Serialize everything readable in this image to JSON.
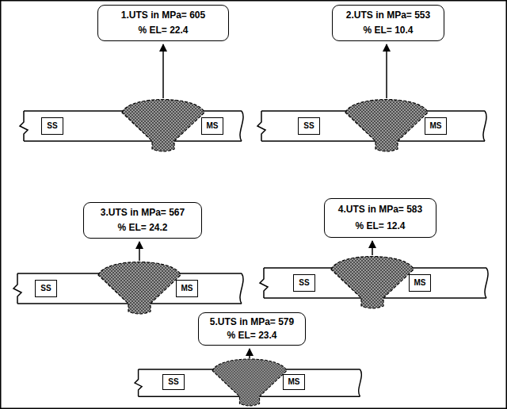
{
  "diagram": {
    "nodes": [
      {
        "text": [
          "1.UTS in MPa= 605",
          "% EL= 22.4"
        ]
      },
      {
        "text": [
          "2.UTS in MPa= 553",
          "% EL= 10.4"
        ]
      },
      {
        "text": [
          "SS"
        ]
      },
      {
        "text": [
          "MS"
        ]
      },
      {
        "text": [
          "SS"
        ]
      },
      {
        "text": [
          "MS"
        ]
      },
      {
        "text": [
          "3.UTS in MPa= 567",
          "% EL= 24.2"
        ]
      },
      {
        "text": [
          "4.UTS in MPa= 583",
          "% EL= 12.4"
        ]
      },
      {
        "text": [
          "SS"
        ]
      },
      {
        "text": [
          "MS"
        ]
      },
      {
        "text": [
          "SS"
        ]
      },
      {
        "text": [
          "MS"
        ]
      },
      {
        "text": [
          "5.UTS in MPa= 579",
          "% EL= 23.4"
        ]
      },
      {
        "text": [
          "SS"
        ]
      },
      {
        "text": [
          "MS"
        ]
      }
    ]
  }
}
